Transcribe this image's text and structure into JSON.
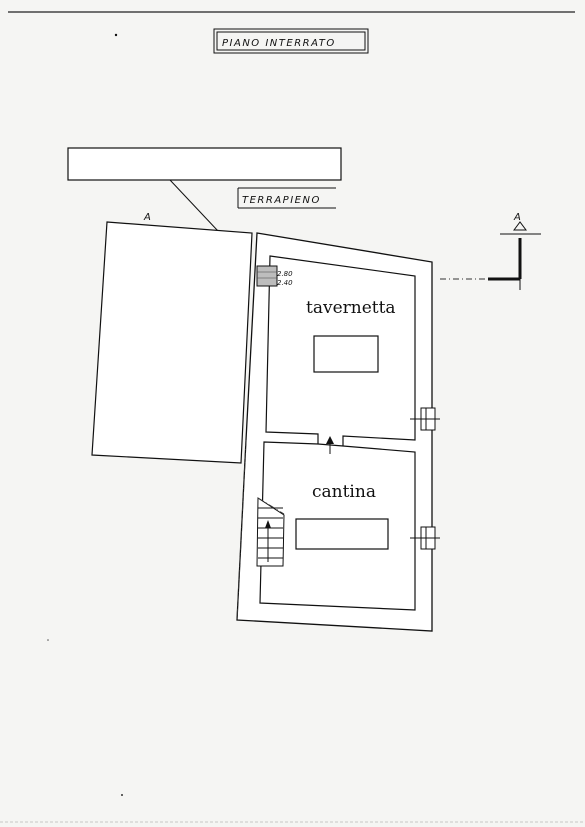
{
  "title": "PIANO INTERRATO",
  "terrapieno_label": "TERRAPIENO",
  "section_mark_left": "A",
  "section_mark_right": "A",
  "rooms": [
    {
      "label": "tavernetta"
    },
    {
      "label": "cantina"
    }
  ],
  "dimension_top": "2.80",
  "dimension_bottom": "2.40"
}
